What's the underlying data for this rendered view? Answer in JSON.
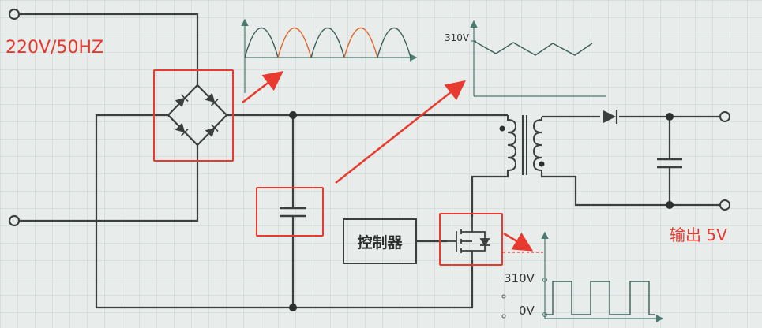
{
  "labels": {
    "input": "220V/50HZ",
    "output": "输出 5V",
    "controller": "控制器",
    "top_wave_level": "310V",
    "pwm_high": "310V",
    "pwm_low": "0V"
  },
  "colors": {
    "wire": "#3b3f3e",
    "highlight": "#e83a2e",
    "arrow": "#e83a2e",
    "rectified_alt": "#e0662a",
    "label_red": "#e8362a"
  }
}
